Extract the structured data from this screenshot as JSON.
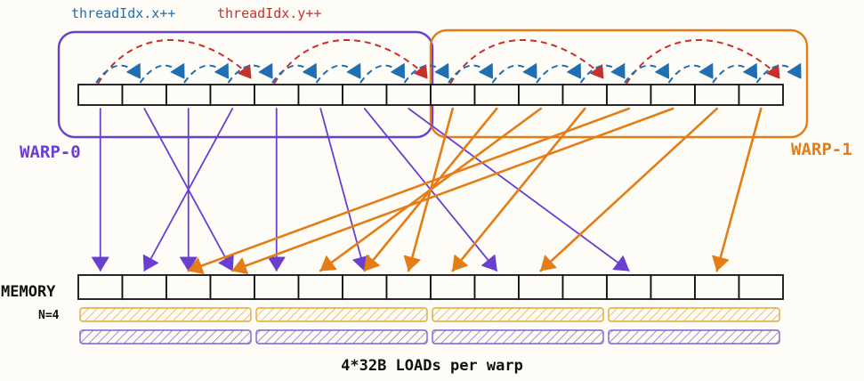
{
  "legend": {
    "x_step": "threadIdx.x++",
    "y_step": "threadIdx.y++"
  },
  "warps": [
    {
      "label": "WARP-0",
      "color": "#6a3fd0"
    },
    {
      "label": "WARP-1",
      "color": "#e47d16"
    }
  ],
  "memory": {
    "label": "MEMORY",
    "n_label": "N=4"
  },
  "caption": "4*32B LOADs per warp",
  "colors": {
    "x_step": "#1f6fb2",
    "y_step": "#c9302c",
    "warp0": "#6a3fd0",
    "warp1": "#e47d16",
    "ink": "#111111"
  },
  "threads_per_row": 16,
  "memory_cells": 16,
  "load_segments": 4,
  "mapping": {
    "warp0": [
      [
        0,
        0
      ],
      [
        1,
        3
      ],
      [
        2,
        2
      ],
      [
        3,
        1
      ],
      [
        4,
        4
      ],
      [
        5,
        6
      ],
      [
        6,
        9
      ],
      [
        7,
        12
      ]
    ],
    "warp1": [
      [
        8,
        7
      ],
      [
        9,
        6
      ],
      [
        10,
        5
      ],
      [
        11,
        8
      ],
      [
        12,
        2
      ],
      [
        13,
        3
      ],
      [
        14,
        10
      ],
      [
        15,
        14
      ]
    ]
  }
}
